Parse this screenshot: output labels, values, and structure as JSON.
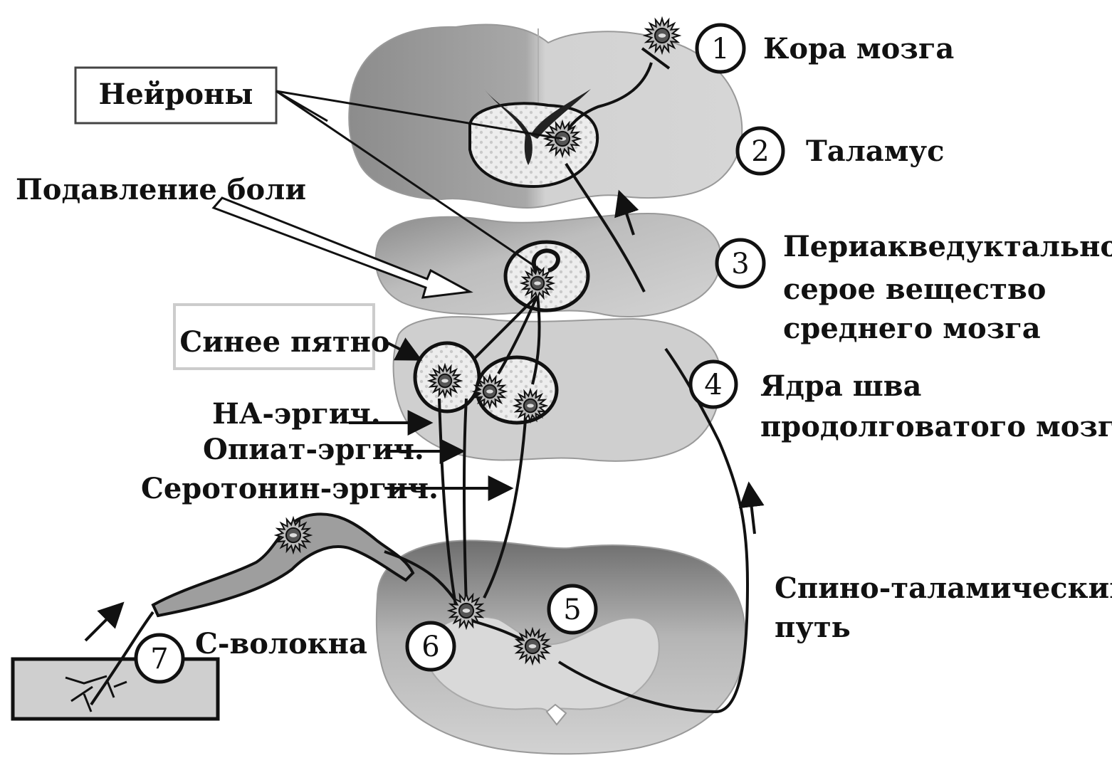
{
  "numbered_labels": [
    {
      "number": "1",
      "text": "Кора мозга"
    },
    {
      "number": "2",
      "text": "Таламус"
    },
    {
      "number": "3",
      "lines": [
        "Периакведуктальное",
        "серое вещество",
        "среднего мозга"
      ]
    },
    {
      "number": "4",
      "lines": [
        "Ядра шва",
        "продолговатого мозга"
      ]
    },
    {
      "number": "5",
      "lines": [
        "Спино-таламический",
        "путь"
      ]
    },
    {
      "number": "6",
      "text": ""
    },
    {
      "number": "7",
      "text": "С-волокна"
    }
  ],
  "callouts": {
    "neurons": "Нейроны",
    "pain_suppression": "Подавление боли",
    "locus_coeruleus": "Синее пятно",
    "na_ergic": "НА-эргич.",
    "opiate_ergic": "Опиат-эргич.",
    "serotonin_ergic": "Серотонин-эргич."
  },
  "colors": {
    "tissue_light": "#d3d3d3",
    "tissue_mid": "#a9a9a9",
    "tissue_dark": "#7a7a7a",
    "nucleus_fill": "#e6e6e6",
    "line": "#111111"
  }
}
